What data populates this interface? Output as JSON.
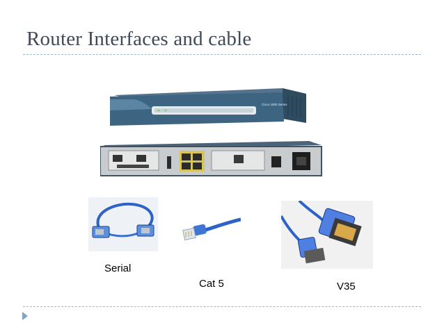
{
  "slide": {
    "title": "Router Interfaces and cable"
  },
  "router": {
    "brand_label": "Cisco 1800 Series"
  },
  "cables": [
    {
      "label": "Serial"
    },
    {
      "label": "Cat 5"
    },
    {
      "label": "V35"
    }
  ],
  "colors": {
    "title": "#3f4a58",
    "divider": "#9fb7c4",
    "bullet": "#7fa3c0",
    "router_front": "#3d6480",
    "cable_blue": "#2d63c6"
  }
}
